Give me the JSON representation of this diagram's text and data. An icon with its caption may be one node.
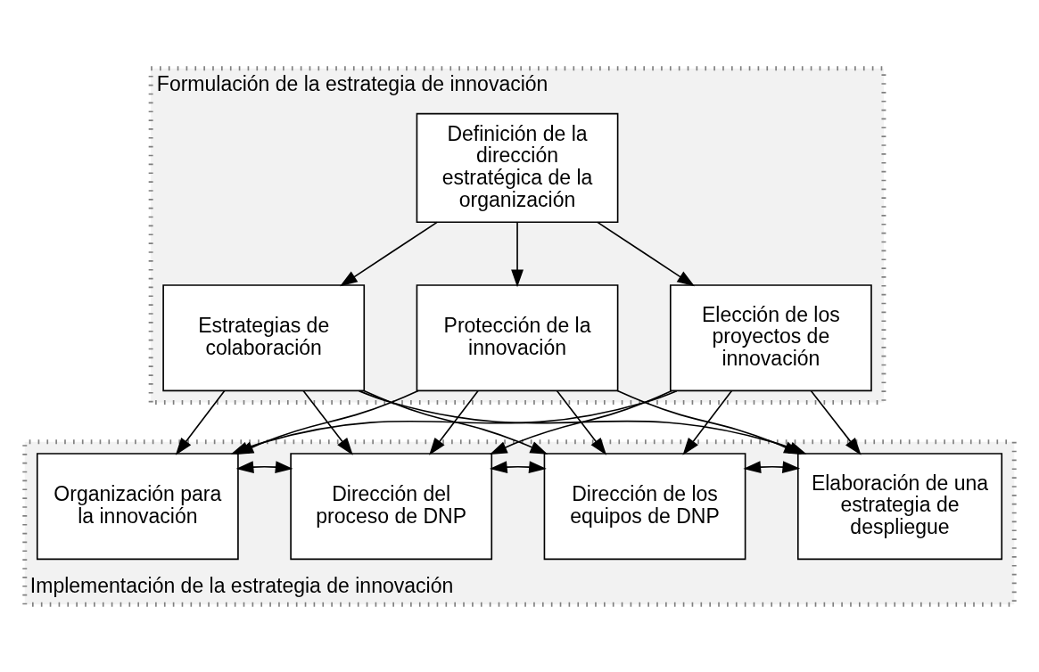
{
  "diagram": {
    "nodes": [
      {
        "text": [
          "Formulación de la estrategia de innovación"
        ]
      },
      {
        "text": [
          "Definición de la dirección estratégica de la organización"
        ],
        "in": 0
      },
      {
        "text": [
          "Elección de los proyectos de innovación"
        ],
        "in": 0
      },
      {
        "text": [
          "Estrategias de colaboración"
        ],
        "in": 0
      },
      {
        "text": [
          "Protección de la innovación"
        ],
        "in": 0
      },
      {
        "text": [
          "Implementación de la estrategia de innovación"
        ]
      },
      {
        "text": [
          "Organización para la innovación"
        ],
        "in": 5
      },
      {
        "text": [
          "Dirección del proceso de DNP"
        ],
        "in": 5
      },
      {
        "text": [
          "Dirección de los equipos de DNP"
        ],
        "in": 5
      },
      {
        "text": [
          "Elaboración de una estrategia de despliegue"
        ],
        "in": 5
      }
    ],
    "edges": [
      {
        "from": 1,
        "to": 2,
        "arrow": "to"
      },
      {
        "from": 1,
        "to": 3,
        "arrow": "to"
      },
      {
        "from": 1,
        "to": 4,
        "arrow": "to"
      },
      {
        "from": 2,
        "to": 6,
        "arrow": "to"
      },
      {
        "from": 2,
        "to": 7,
        "arrow": "to"
      },
      {
        "from": 2,
        "to": 8,
        "arrow": "to"
      },
      {
        "from": 2,
        "to": 9,
        "arrow": "to"
      },
      {
        "from": 3,
        "to": 6,
        "arrow": "to"
      },
      {
        "from": 3,
        "to": 7,
        "arrow": "to"
      },
      {
        "from": 3,
        "to": 8,
        "arrow": "to"
      },
      {
        "from": 3,
        "to": 9,
        "arrow": "to"
      },
      {
        "from": 4,
        "to": 6,
        "arrow": "to"
      },
      {
        "from": 4,
        "to": 7,
        "arrow": "to"
      },
      {
        "from": 4,
        "to": 8,
        "arrow": "to"
      },
      {
        "from": 4,
        "to": 9,
        "arrow": "to"
      },
      {
        "from": 6,
        "to": 7,
        "arrow": "both"
      },
      {
        "from": 7,
        "to": 8,
        "arrow": "both"
      },
      {
        "from": 8,
        "to": 9,
        "arrow": "both"
      }
    ]
  }
}
